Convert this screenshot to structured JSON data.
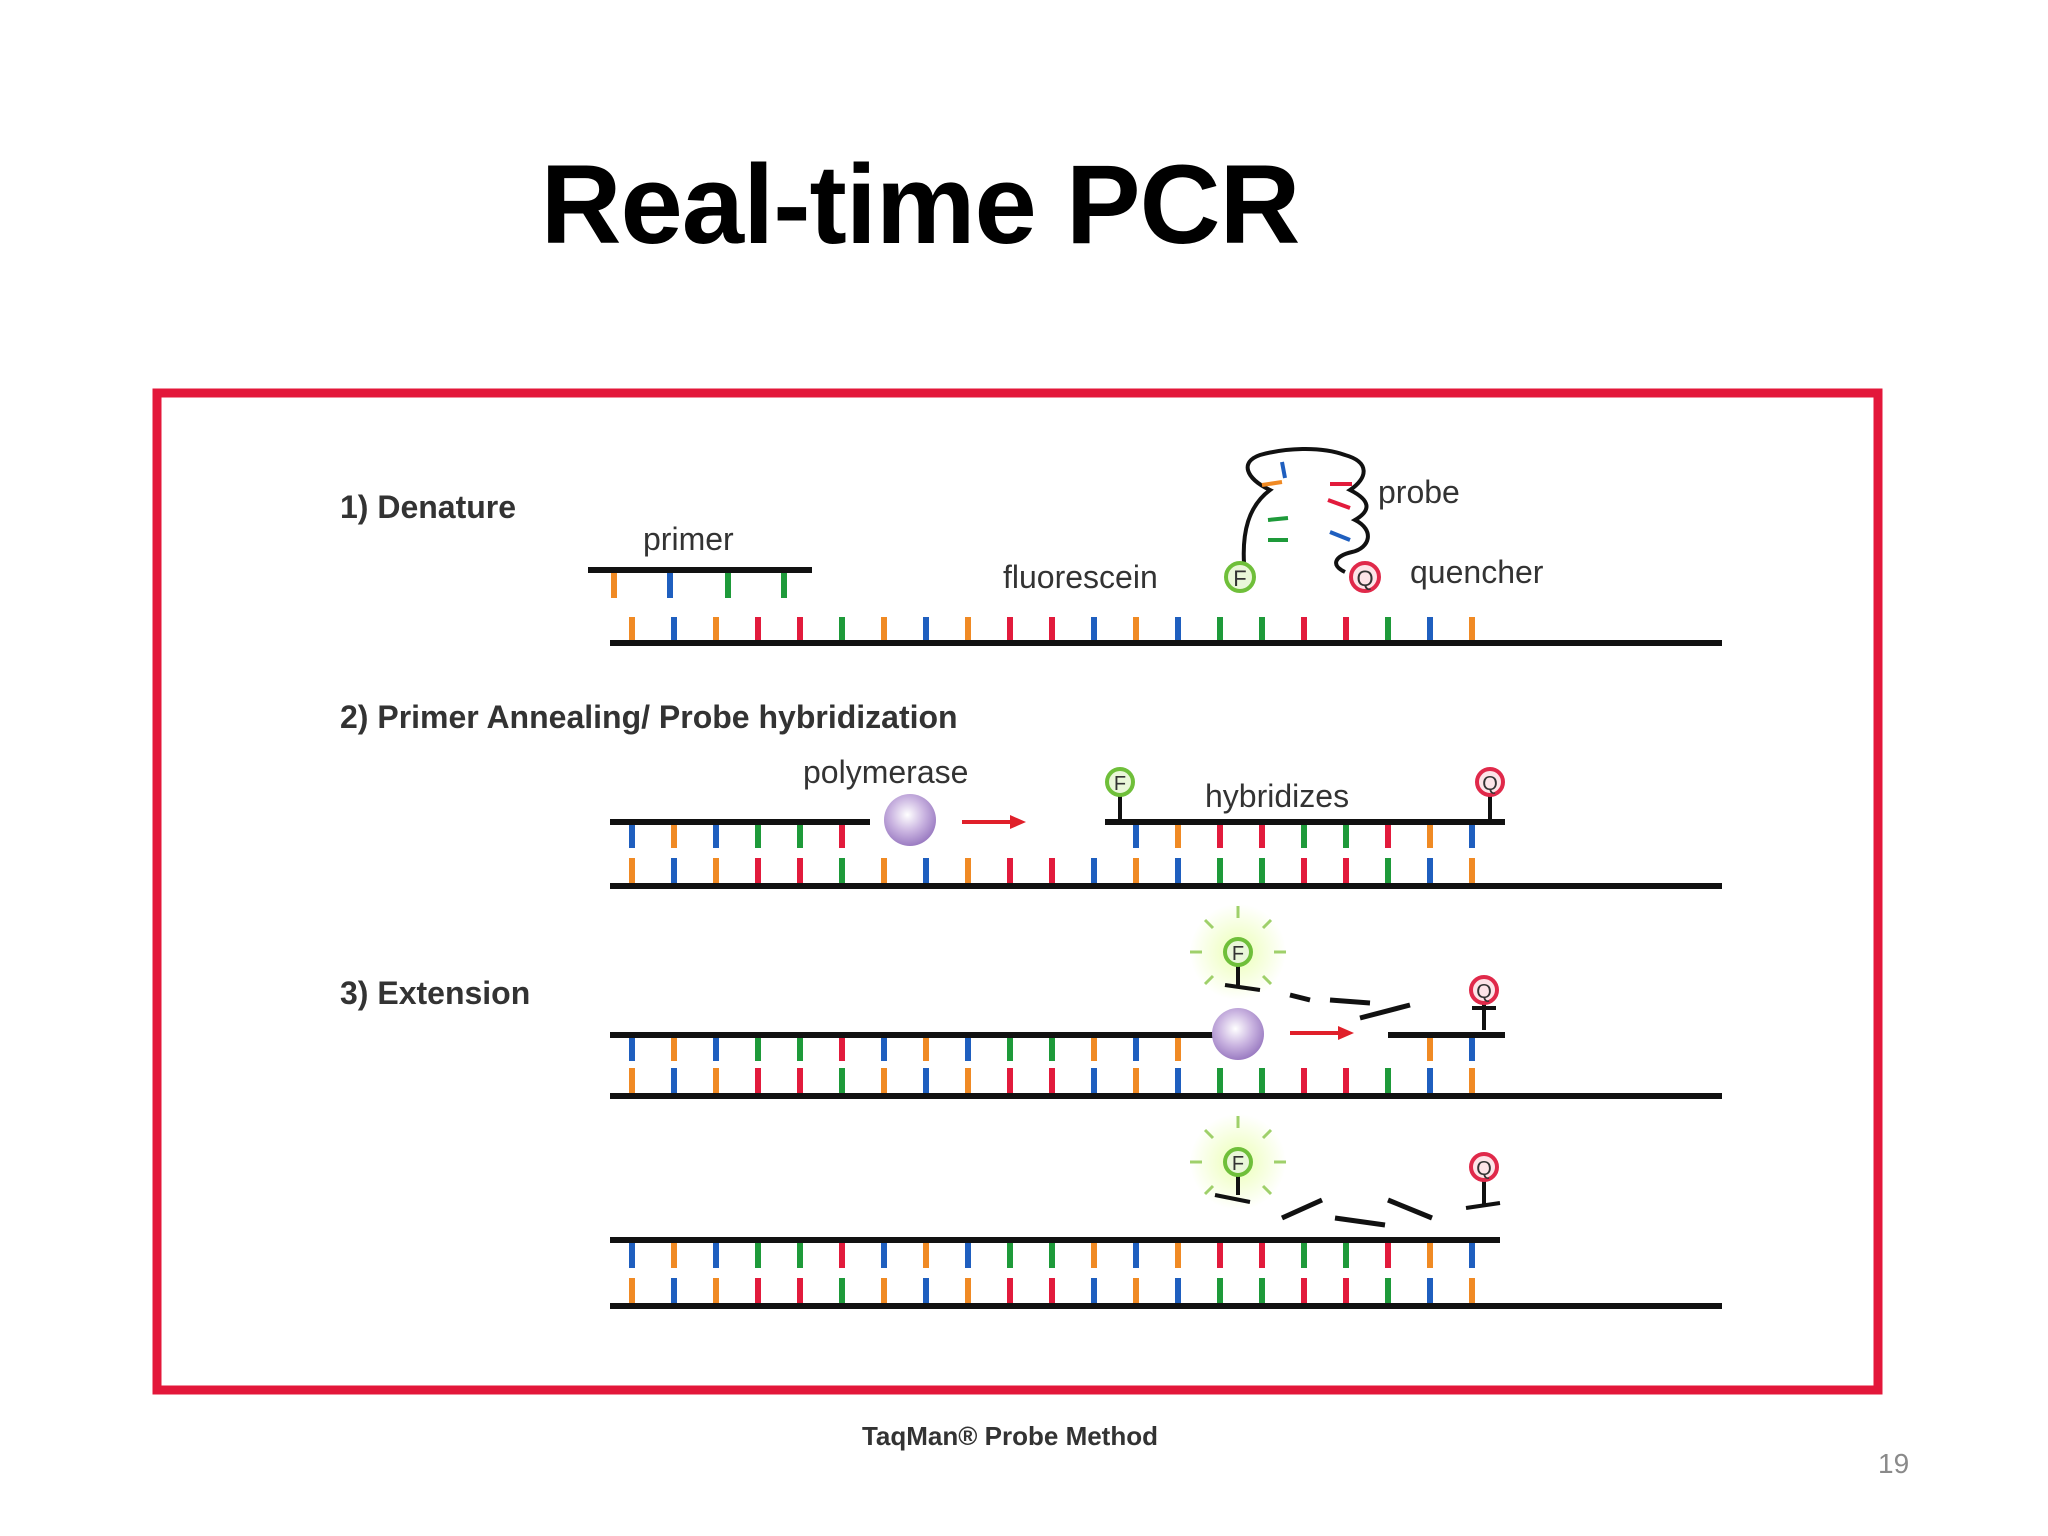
{
  "slide": {
    "title": "Real-time PCR",
    "page_number": "19"
  },
  "diagram": {
    "steps": {
      "step1": "1) Denature",
      "step2": "2) Primer Annealing/ Probe hybridization",
      "step3": "3) Extension"
    },
    "labels": {
      "primer": "primer",
      "probe": "probe",
      "fluorescein": "fluorescein",
      "quencher": "quencher",
      "polymerase": "polymerase",
      "hybridizes": "hybridizes",
      "fluorescein_symbol": "F",
      "quencher_symbol": "Q"
    },
    "caption": "TaqMan® Probe Method",
    "colors": {
      "frame": "#e3173a",
      "backbone": "#111111",
      "base_orange": "#f08a24",
      "base_blue": "#1f5fbf",
      "base_green": "#1e9a3a",
      "base_red": "#e21b3c",
      "fluorescein": "#6fbf3a",
      "quencher": "#e0294a",
      "polymerase": "#a98acb",
      "arrow": "#e0202a"
    }
  }
}
